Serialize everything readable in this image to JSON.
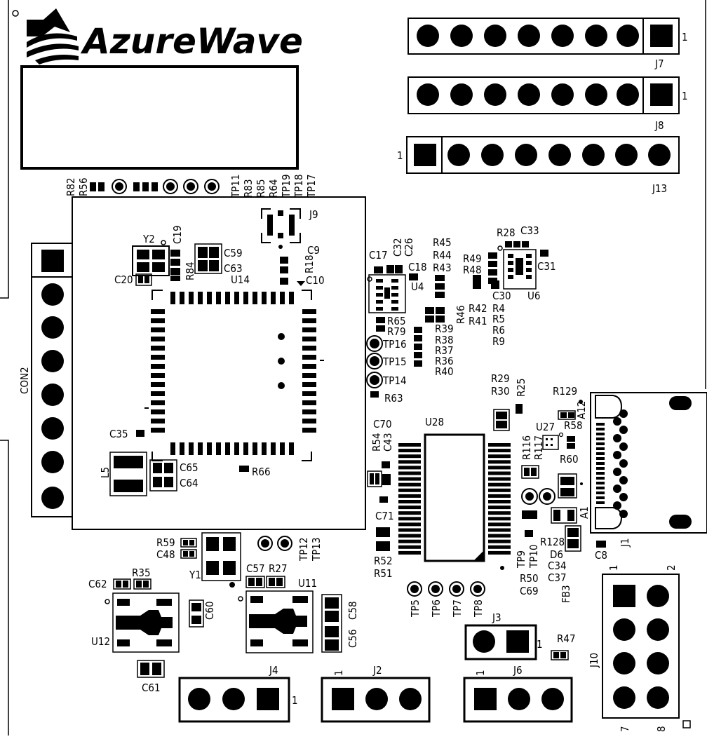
{
  "brand": {
    "name": "AzureWave"
  },
  "refdes": {
    "R82": "R82",
    "R56": "R56",
    "TP11": "TP11",
    "R83": "R83",
    "R85": "R85",
    "R64": "R64",
    "TP19": "TP19",
    "TP18": "TP18",
    "TP17": "TP17",
    "J7": "J7",
    "J8": "J8",
    "J13": "J13",
    "J9": "J9",
    "J1": "J1",
    "J2": "J2",
    "J3": "J3",
    "J4": "J4",
    "J6": "J6",
    "J10": "J10",
    "CON2": "CON2",
    "U14": "U14",
    "U4": "U4",
    "U6": "U6",
    "U28": "U28",
    "U27": "U27",
    "U11": "U11",
    "U12": "U12",
    "Y1": "Y1",
    "Y2": "Y2",
    "L5": "L5",
    "C9": "C9",
    "C10": "C10",
    "C17": "C17",
    "C18": "C18",
    "C19": "C19",
    "C20": "C20",
    "C26": "C26",
    "C30": "C30",
    "C31": "C31",
    "C32": "C32",
    "C33": "C33",
    "C34": "C34",
    "C35": "C35",
    "C37": "C37",
    "C43": "C43",
    "C48": "C48",
    "C56": "C56",
    "C57": "C57",
    "C58": "C58",
    "C59": "C59",
    "C60": "C60",
    "C61": "C61",
    "C62": "C62",
    "C63": "C63",
    "C64": "C64",
    "C65": "C65",
    "C69": "C69",
    "C70": "C70",
    "C71": "C71",
    "C8": "C8",
    "R4": "R4",
    "R5": "R5",
    "R6": "R6",
    "R9": "R9",
    "R18": "R18",
    "R25": "R25",
    "R27": "R27",
    "R28": "R28",
    "R29": "R29",
    "R30": "R30",
    "R35": "R35",
    "R36": "R36",
    "R37": "R37",
    "R38": "R38",
    "R39": "R39",
    "R40": "R40",
    "R41": "R41",
    "R42": "R42",
    "R43": "R43",
    "R44": "R44",
    "R45": "R45",
    "R46": "R46",
    "R47": "R47",
    "R48": "R48",
    "R49": "R49",
    "R50": "R50",
    "R51": "R51",
    "R52": "R52",
    "R54": "R54",
    "R58": "R58",
    "R59": "R59",
    "R60": "R60",
    "R63": "R63",
    "R65": "R65",
    "R66": "R66",
    "R79": "R79",
    "R84": "R84",
    "R116": "R116",
    "R117": "R117",
    "R128": "R128",
    "R129": "R129",
    "TP5": "TP5",
    "TP6": "TP6",
    "TP7": "TP7",
    "TP8": "TP8",
    "TP9": "TP9",
    "TP10": "TP10",
    "TP12": "TP12",
    "TP13": "TP13",
    "TP14": "TP14",
    "TP15": "TP15",
    "TP16": "TP16",
    "D6": "D6",
    "FB3": "FB3",
    "A1": "A1",
    "A12": "A12"
  },
  "pin_marks": {
    "one": "1",
    "two": "2",
    "seven": "7",
    "eight": "8"
  }
}
